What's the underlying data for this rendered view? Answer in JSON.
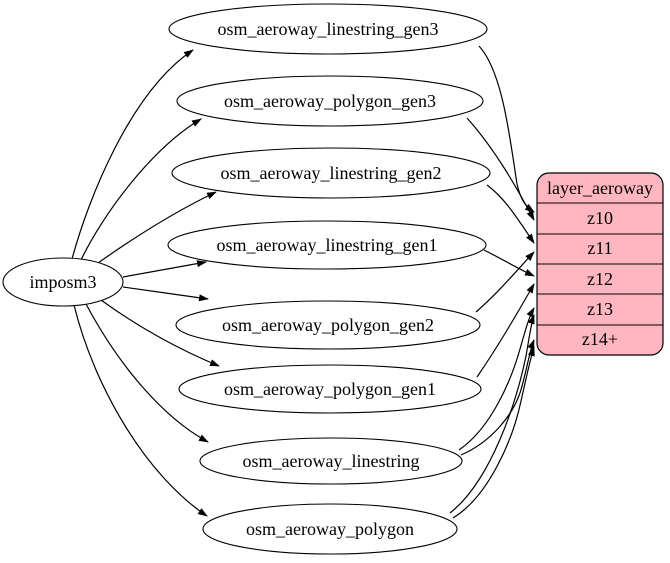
{
  "source": {
    "label": "imposm3"
  },
  "tables": [
    {
      "label": "osm_aeroway_linestring_gen3"
    },
    {
      "label": "osm_aeroway_polygon_gen3"
    },
    {
      "label": "osm_aeroway_linestring_gen2"
    },
    {
      "label": "osm_aeroway_linestring_gen1"
    },
    {
      "label": "osm_aeroway_polygon_gen2"
    },
    {
      "label": "osm_aeroway_polygon_gen1"
    },
    {
      "label": "osm_aeroway_linestring"
    },
    {
      "label": "osm_aeroway_polygon"
    }
  ],
  "layer": {
    "title": "layer_aeroway",
    "rows": [
      {
        "label": "z10"
      },
      {
        "label": "z11"
      },
      {
        "label": "z12"
      },
      {
        "label": "z13"
      },
      {
        "label": "z14+"
      }
    ],
    "fill_color": "#ffb6c1",
    "stroke_color": "#000000"
  },
  "edges": [
    {
      "from": "imposm3",
      "to": "osm_aeroway_linestring_gen3"
    },
    {
      "from": "imposm3",
      "to": "osm_aeroway_polygon_gen3"
    },
    {
      "from": "imposm3",
      "to": "osm_aeroway_linestring_gen2"
    },
    {
      "from": "imposm3",
      "to": "osm_aeroway_linestring_gen1"
    },
    {
      "from": "imposm3",
      "to": "osm_aeroway_polygon_gen2"
    },
    {
      "from": "imposm3",
      "to": "osm_aeroway_polygon_gen1"
    },
    {
      "from": "imposm3",
      "to": "osm_aeroway_linestring"
    },
    {
      "from": "imposm3",
      "to": "osm_aeroway_polygon"
    },
    {
      "from": "osm_aeroway_linestring_gen3",
      "to": "z10"
    },
    {
      "from": "osm_aeroway_polygon_gen3",
      "to": "z10"
    },
    {
      "from": "osm_aeroway_linestring_gen2",
      "to": "z11"
    },
    {
      "from": "osm_aeroway_polygon_gen2",
      "to": "z11"
    },
    {
      "from": "osm_aeroway_linestring_gen1",
      "to": "z12"
    },
    {
      "from": "osm_aeroway_polygon_gen1",
      "to": "z12"
    },
    {
      "from": "osm_aeroway_linestring",
      "to": "z13"
    },
    {
      "from": "osm_aeroway_polygon",
      "to": "z13"
    },
    {
      "from": "osm_aeroway_linestring",
      "to": "z14+"
    },
    {
      "from": "osm_aeroway_polygon",
      "to": "z14+"
    }
  ],
  "colors": {
    "background": "#ffffff",
    "node_fill": "#ffffff",
    "stroke": "#000000",
    "text": "#000000"
  }
}
